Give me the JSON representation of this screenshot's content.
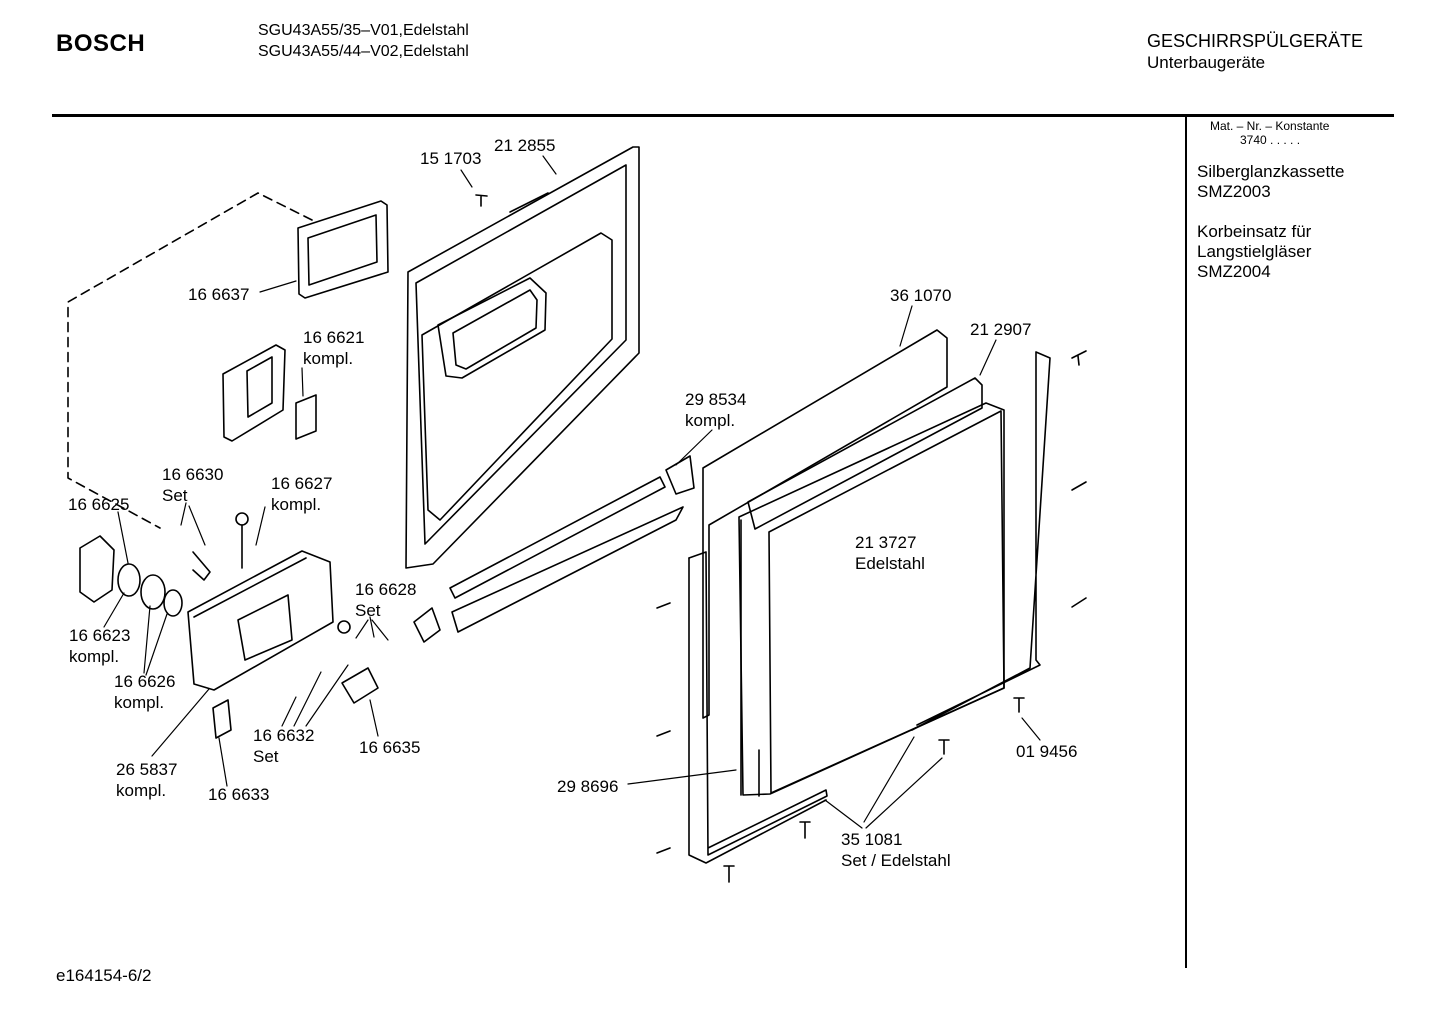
{
  "header": {
    "brand": "BOSCH",
    "models": [
      "SGU43A55/35–V01,Edelstahl",
      "SGU43A55/44–V02,Edelstahl"
    ],
    "category": [
      "GESCHIRRSPÜLGERÄTE",
      "Unterbaugeräte"
    ]
  },
  "sidebar": {
    "mat_label": "Mat. – Nr. – Konstante",
    "mat_value": "3740  .   .   .   .   .",
    "accessories": [
      [
        "Silberglanzkassette",
        "SMZ2003"
      ],
      [
        "Korbeinsatz für",
        "Langstielgläser",
        "SMZ2004"
      ]
    ]
  },
  "parts": [
    {
      "lines": [
        "15 1703"
      ]
    },
    {
      "lines": [
        "21 2855"
      ]
    },
    {
      "lines": [
        "16 6637"
      ]
    },
    {
      "lines": [
        "16 6621",
        "kompl."
      ]
    },
    {
      "lines": [
        "36 1070"
      ]
    },
    {
      "lines": [
        "21 2907"
      ]
    },
    {
      "lines": [
        "29 8534",
        "kompl."
      ]
    },
    {
      "lines": [
        "16 6630",
        "Set"
      ]
    },
    {
      "lines": [
        "16 6627",
        "kompl."
      ]
    },
    {
      "lines": [
        "16 6625"
      ]
    },
    {
      "lines": [
        "21 3727",
        "Edelstahl"
      ]
    },
    {
      "lines": [
        "16 6628",
        "Set"
      ]
    },
    {
      "lines": [
        "16 6623",
        "kompl."
      ]
    },
    {
      "lines": [
        "16 6626",
        "kompl."
      ]
    },
    {
      "lines": [
        "16 6632",
        "Set"
      ]
    },
    {
      "lines": [
        "16 6635"
      ]
    },
    {
      "lines": [
        "01 9456"
      ]
    },
    {
      "lines": [
        "26 5837",
        "kompl."
      ]
    },
    {
      "lines": [
        "16 6633"
      ]
    },
    {
      "lines": [
        "29 8696"
      ]
    },
    {
      "lines": [
        "35 1081",
        "Set / Edelstahl"
      ]
    }
  ],
  "footer": {
    "drawing_id": "e164154-6/2"
  }
}
